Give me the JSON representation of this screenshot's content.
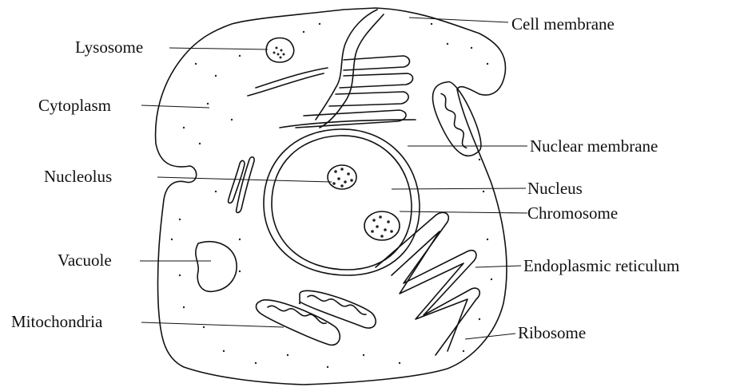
{
  "labels": {
    "lysosome": "Lysosome",
    "cytoplasm": "Cytoplasm",
    "nucleolus": "Nucleolus",
    "vacuole": "Vacuole",
    "mitochondria": "Mitochondria",
    "cell_membrane": "Cell membrane",
    "nuclear_membrane": "Nuclear membrane",
    "nucleus": "Nucleus",
    "chromosome": "Chromosome",
    "endoplasmic_reticulum": "Endoplasmic reticulum",
    "ribosome": "Ribosome"
  },
  "colors": {
    "ink": "#111111",
    "background": "#ffffff"
  }
}
